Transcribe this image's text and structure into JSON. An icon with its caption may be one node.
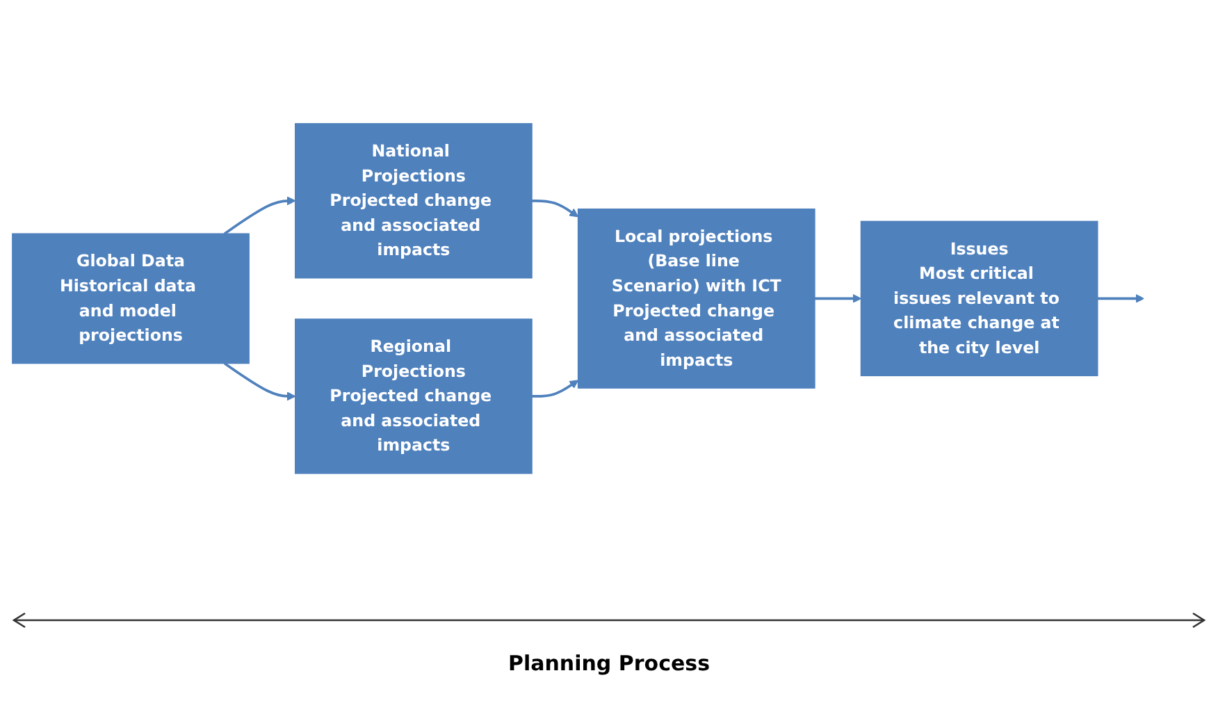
{
  "diagram": {
    "nodes": [
      {
        "text": [
          "Global Data",
          "Historical data and model projections"
        ]
      },
      {
        "text": [
          "National Projections",
          "Projected change and associated impacts"
        ]
      },
      {
        "text": [
          "Regional Projections",
          "Projected change and associated impacts"
        ]
      },
      {
        "text": [
          "Local projections (Base line Scenario) with ICT",
          "Projected change and associated impacts"
        ]
      },
      {
        "text": [
          "Issues",
          "Most critical issues relevant to climate change at the city level"
        ]
      }
    ],
    "edges": [
      {
        "from": 0,
        "to": 1,
        "arrow": "to"
      },
      {
        "from": 0,
        "to": 2,
        "arrow": "to"
      },
      {
        "from": 1,
        "to": 3,
        "arrow": "to"
      },
      {
        "from": 2,
        "to": 3,
        "arrow": "to"
      },
      {
        "from": 3,
        "to": 4,
        "arrow": "to"
      },
      {
        "from": 4,
        "to": null,
        "arrow": "to"
      }
    ],
    "labels": [
      "Planning Process"
    ]
  }
}
